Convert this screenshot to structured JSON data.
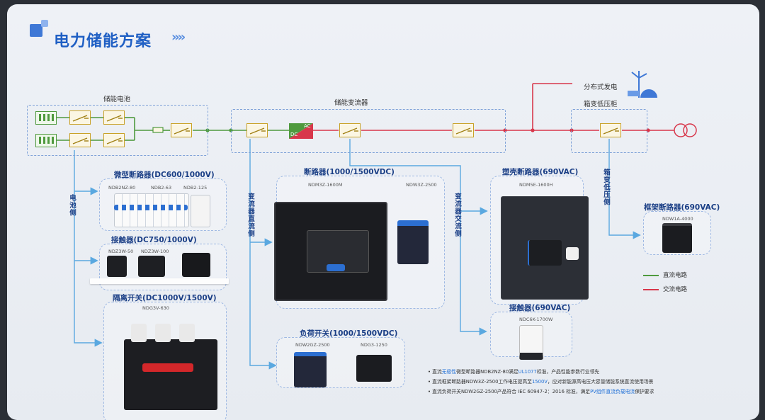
{
  "title": "电力储能方案",
  "labels": {
    "battery": "储能电池",
    "pcs": "储能变流器",
    "distributed": "分布式发电",
    "lowvolt": "箱变低压柜",
    "dc_tag": "DC",
    "ac_tag": "AC"
  },
  "side_labels": {
    "battery_side": "电池侧",
    "pcs_dc_side": "变流器直流侧",
    "pcs_ac_side": "变流器交流侧",
    "box_low_side": "箱变低压侧"
  },
  "panels": {
    "mcb": {
      "title": "微型断路器(DC600/1000V)",
      "models": [
        "NDB2NZ-80",
        "NDB2-63",
        "NDB2-125"
      ]
    },
    "contactor_dc": {
      "title": "接触器(DC750/1000V)",
      "models": [
        "NDZ3W-50",
        "NDZ3W-100"
      ]
    },
    "isolator": {
      "title": "隔离开关(DC1000V/1500V)",
      "models": [
        "NDG3V-630"
      ]
    },
    "breaker_dc": {
      "title": "断路器(1000/1500VDC)",
      "models": [
        "NDM3Z-1600M",
        "NDW3Z-2500"
      ]
    },
    "load_switch": {
      "title": "负荷开关(1000/1500VDC)",
      "models": [
        "NDW2GZ-2500",
        "NDG3-1250"
      ]
    },
    "mccb": {
      "title": "塑壳断路器(690VAC)",
      "models": [
        "NDM5E-1600H"
      ]
    },
    "contactor_ac": {
      "title": "接触器(690VAC)",
      "models": [
        "NDC6K-1700W"
      ]
    },
    "acb": {
      "title": "框架断路器(690VAC)",
      "models": [
        "NDW1A-4000"
      ]
    }
  },
  "legend": [
    {
      "label": "直流电路",
      "color": "#4f9a3e"
    },
    {
      "label": "交流电路",
      "color": "#d8374b"
    }
  ],
  "notes": [
    {
      "pre": "• 直流",
      "hl1": "无极性",
      "mid": "微型断路器NDB2NZ-80满足",
      "hl2": "UL1077",
      "post": "标准，产品性能参数行业领先"
    },
    {
      "pre": "• 直流框架断路器NDW3Z-2500工作电压提高至",
      "hl1": "1500V",
      "mid": "，应对新能源高电压大容量储能系统直流使用场景",
      "hl2": "",
      "post": ""
    },
    {
      "pre": "• 直流负荷开关NDW2GZ-2500产品符合 IEC 60947-2：2016 标准，满足",
      "hl1": "PV组件",
      "mid": "",
      "hl2": "直流负载电流",
      "post": "保护要求"
    }
  ],
  "colors": {
    "accent": "#1f5fc4",
    "dc": "#4f9a3e",
    "ac": "#d8374b",
    "flow": "#5aa8e0"
  }
}
